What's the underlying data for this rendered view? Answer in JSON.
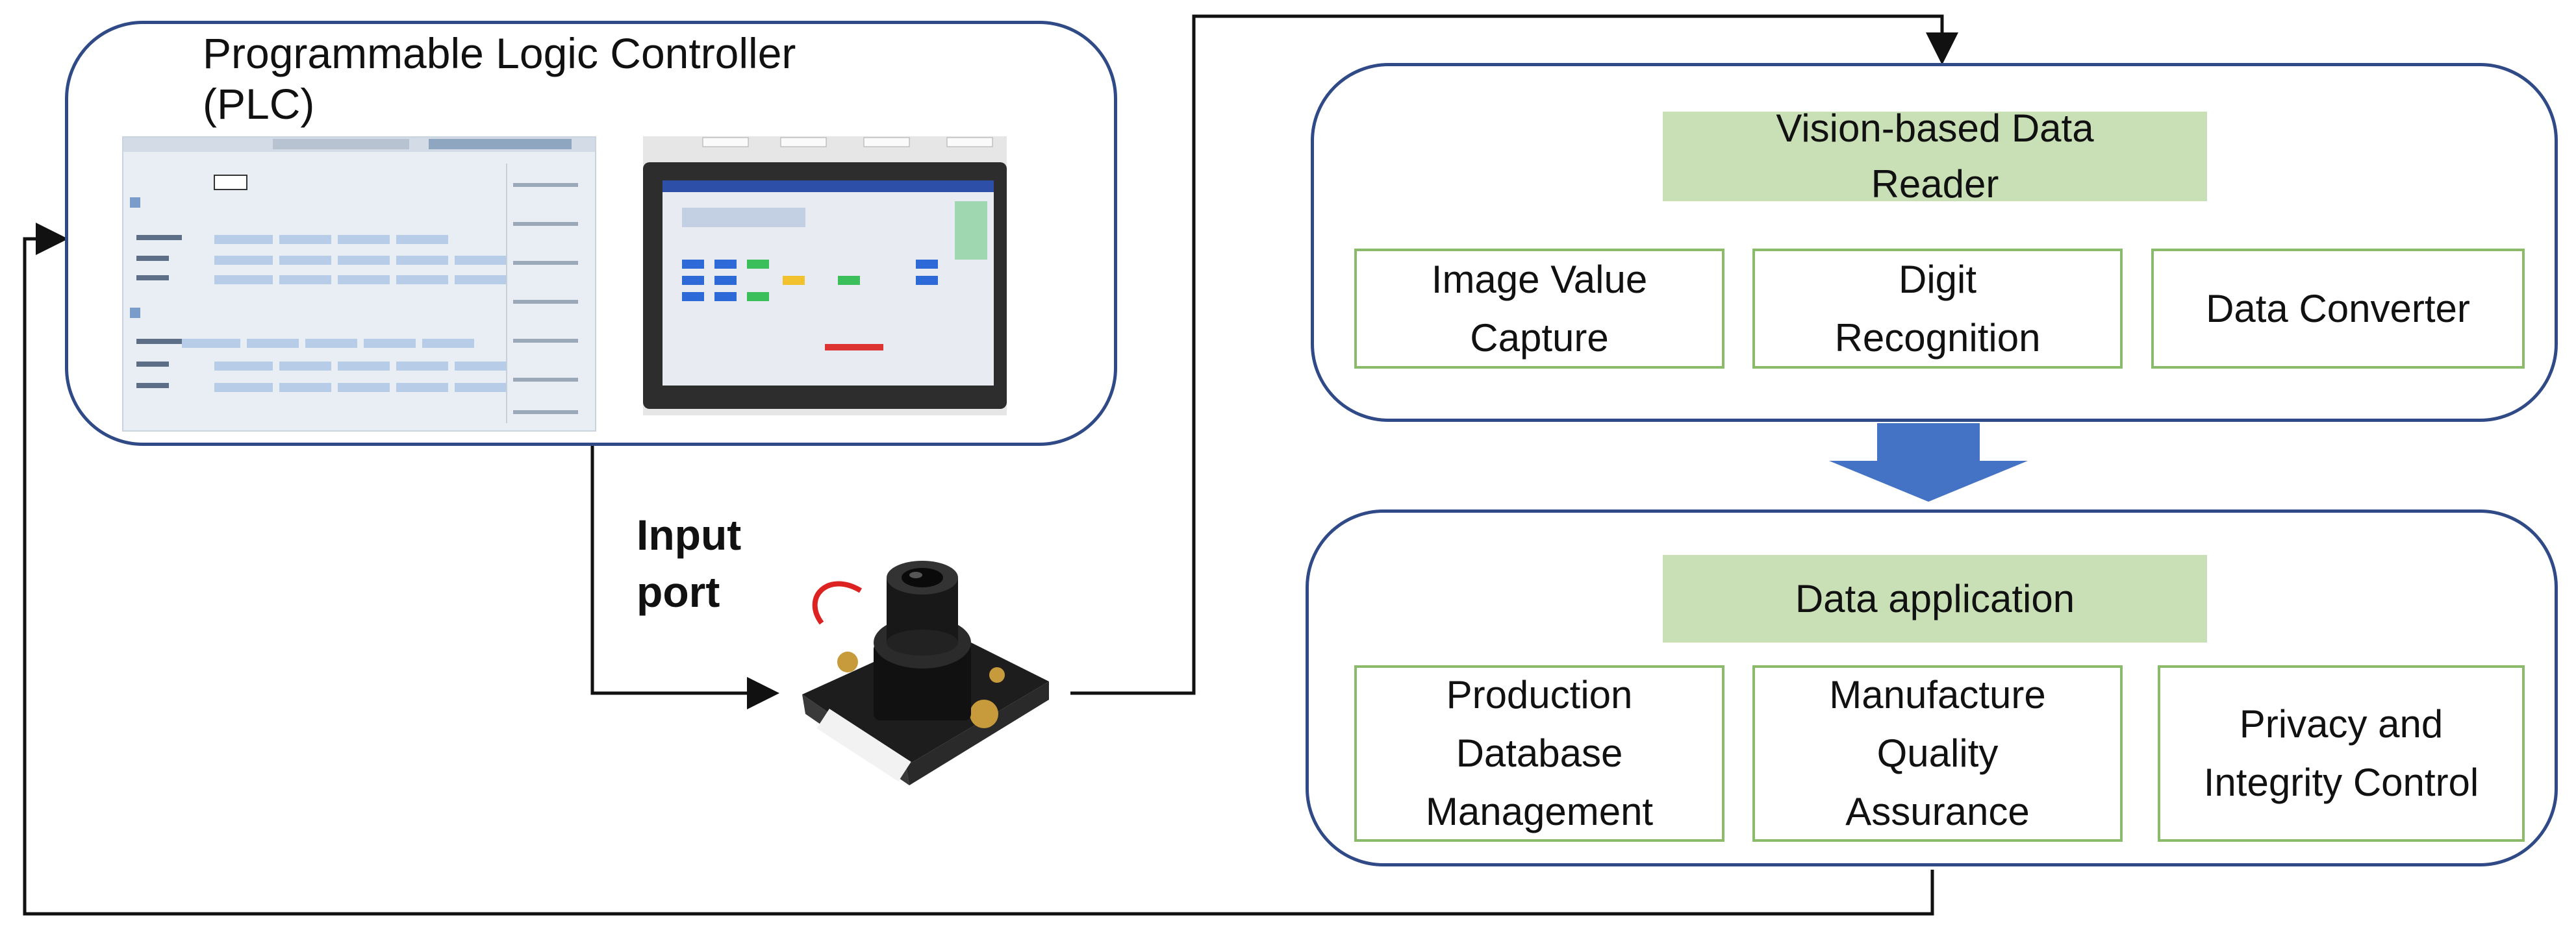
{
  "plc": {
    "title_line1": "Programmable Logic Controller",
    "title_line2": "(PLC)"
  },
  "input_port": {
    "line1": "Input",
    "line2": "port"
  },
  "vision": {
    "header_line1": "Vision-based Data",
    "header_line2": "Reader",
    "modules": [
      {
        "line1": "Image Value",
        "line2": "Capture"
      },
      {
        "line1": "Digit",
        "line2": "Recognition"
      },
      {
        "line1": "Data Converter",
        "line2": ""
      }
    ]
  },
  "application": {
    "header": "Data application",
    "modules": [
      {
        "line1": "Production",
        "line2": "Database",
        "line3": "Management"
      },
      {
        "line1": "Manufacture",
        "line2": "Quality",
        "line3": "Assurance"
      },
      {
        "line1": "Privacy and",
        "line2": "Integrity Control",
        "line3": ""
      }
    ]
  },
  "colors": {
    "outline_blue": "#2f4a87",
    "header_green": "#c9e0b7",
    "box_green": "#8abb6a",
    "arrow_blue": "#4472c4"
  }
}
